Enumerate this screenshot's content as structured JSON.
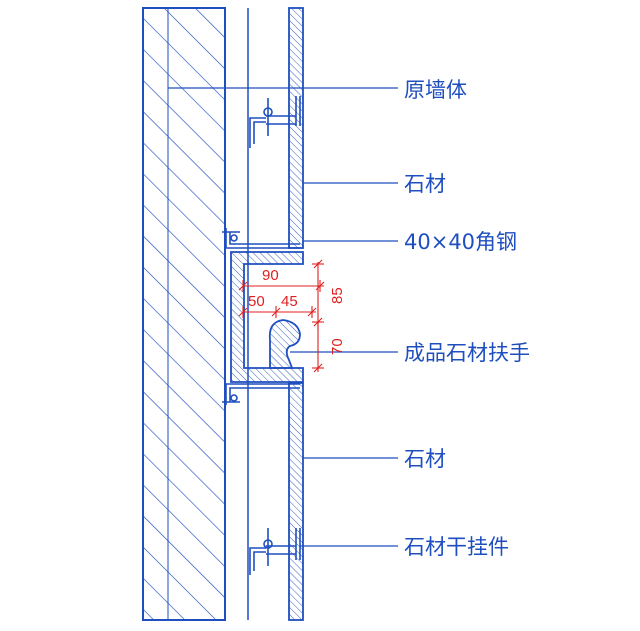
{
  "labels": {
    "original_wall": "原墙体",
    "stone_upper": "石材",
    "angle_steel": "40×40角钢",
    "handrail": "成品石材扶手",
    "stone_lower": "石材",
    "dry_hanging": "石材干挂件"
  },
  "dimensions": {
    "width_90": "90",
    "width_50": "50",
    "width_45": "45",
    "height_85": "85",
    "height_70": "70"
  },
  "colors": {
    "line": "#1f4fbf",
    "dimension": "#e02020",
    "background": "#ffffff"
  }
}
